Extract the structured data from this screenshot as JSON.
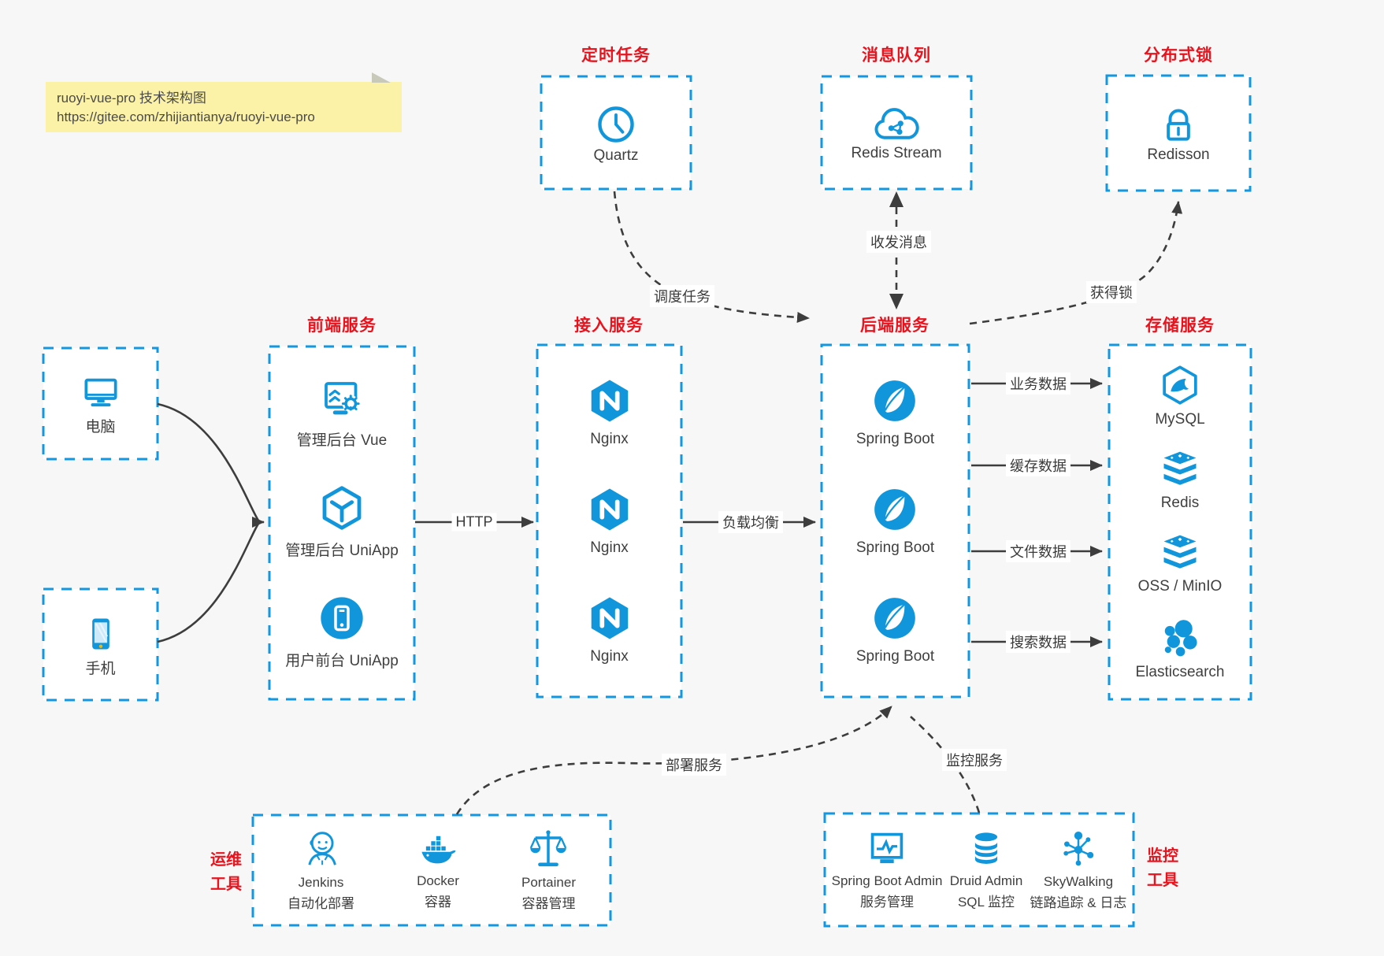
{
  "canvas": {
    "bg": "#f7f7f8",
    "blue": "#1296db",
    "red": "#e8131d",
    "arrow": "#3d3d3d"
  },
  "note": {
    "line1": "ruoyi-vue-pro 技术架构图",
    "line2": "https://gitee.com/zhijiantianya/ruoyi-vue-pro"
  },
  "top_services": [
    {
      "title": "定时任务",
      "icon": "clock-icon",
      "label": "Quartz"
    },
    {
      "title": "消息队列",
      "icon": "cloud-network-icon",
      "label": "Redis Stream"
    },
    {
      "title": "分布式锁",
      "icon": "lock-icon",
      "label": "Redisson"
    }
  ],
  "clients": [
    {
      "icon": "desktop-computer-icon",
      "label": "电脑"
    },
    {
      "icon": "smartphone-icon",
      "label": "手机"
    }
  ],
  "frontend": {
    "title": "前端服务",
    "items": [
      {
        "icon": "admin-window-gear-icon",
        "label": "管理后台 Vue"
      },
      {
        "icon": "uniapp-hexagon-icon",
        "label": "管理后台 UniApp"
      },
      {
        "icon": "mobile-app-circle-icon",
        "label": "用户前台 UniApp"
      }
    ]
  },
  "access": {
    "title": "接入服务",
    "items": [
      {
        "icon": "nginx-icon",
        "label": "Nginx"
      },
      {
        "icon": "nginx-icon",
        "label": "Nginx"
      },
      {
        "icon": "nginx-icon",
        "label": "Nginx"
      }
    ]
  },
  "backend": {
    "title": "后端服务",
    "items": [
      {
        "icon": "spring-boot-icon",
        "label": "Spring Boot"
      },
      {
        "icon": "spring-boot-icon",
        "label": "Spring Boot"
      },
      {
        "icon": "spring-boot-icon",
        "label": "Spring Boot"
      }
    ]
  },
  "storage": {
    "title": "存储服务",
    "items": [
      {
        "icon": "mysql-icon",
        "label": "MySQL"
      },
      {
        "icon": "redis-stack-icon",
        "label": "Redis"
      },
      {
        "icon": "oss-stack-icon",
        "label": "OSS / MinIO"
      },
      {
        "icon": "elasticsearch-icon",
        "label": "Elasticsearch"
      }
    ]
  },
  "edges": {
    "http": "HTTP",
    "load_balance": "负载均衡",
    "schedule_task": "调度任务",
    "send_receive_message": "收发消息",
    "acquire_lock": "获得锁",
    "business_data": "业务数据",
    "cache_data": "缓存数据",
    "file_data": "文件数据",
    "search_data": "搜索数据",
    "deploy_service": "部署服务",
    "monitor_service": "监控服务"
  },
  "ops_tools": {
    "title": "运维\n工具",
    "items": [
      {
        "icon": "jenkins-icon",
        "label": "Jenkins",
        "sublabel": "自动化部署"
      },
      {
        "icon": "docker-icon",
        "label": "Docker",
        "sublabel": "容器"
      },
      {
        "icon": "portainer-icon",
        "label": "Portainer",
        "sublabel": "容器管理"
      }
    ]
  },
  "monitor_tools": {
    "title": "监控\n工具",
    "items": [
      {
        "icon": "monitor-chart-icon",
        "label": "Spring Boot Admin",
        "sublabel": "服务管理"
      },
      {
        "icon": "database-icon",
        "label": "Druid Admin",
        "sublabel": "SQL 监控"
      },
      {
        "icon": "molecule-icon",
        "label": "SkyWalking",
        "sublabel": "链路追踪 & 日志"
      }
    ]
  }
}
